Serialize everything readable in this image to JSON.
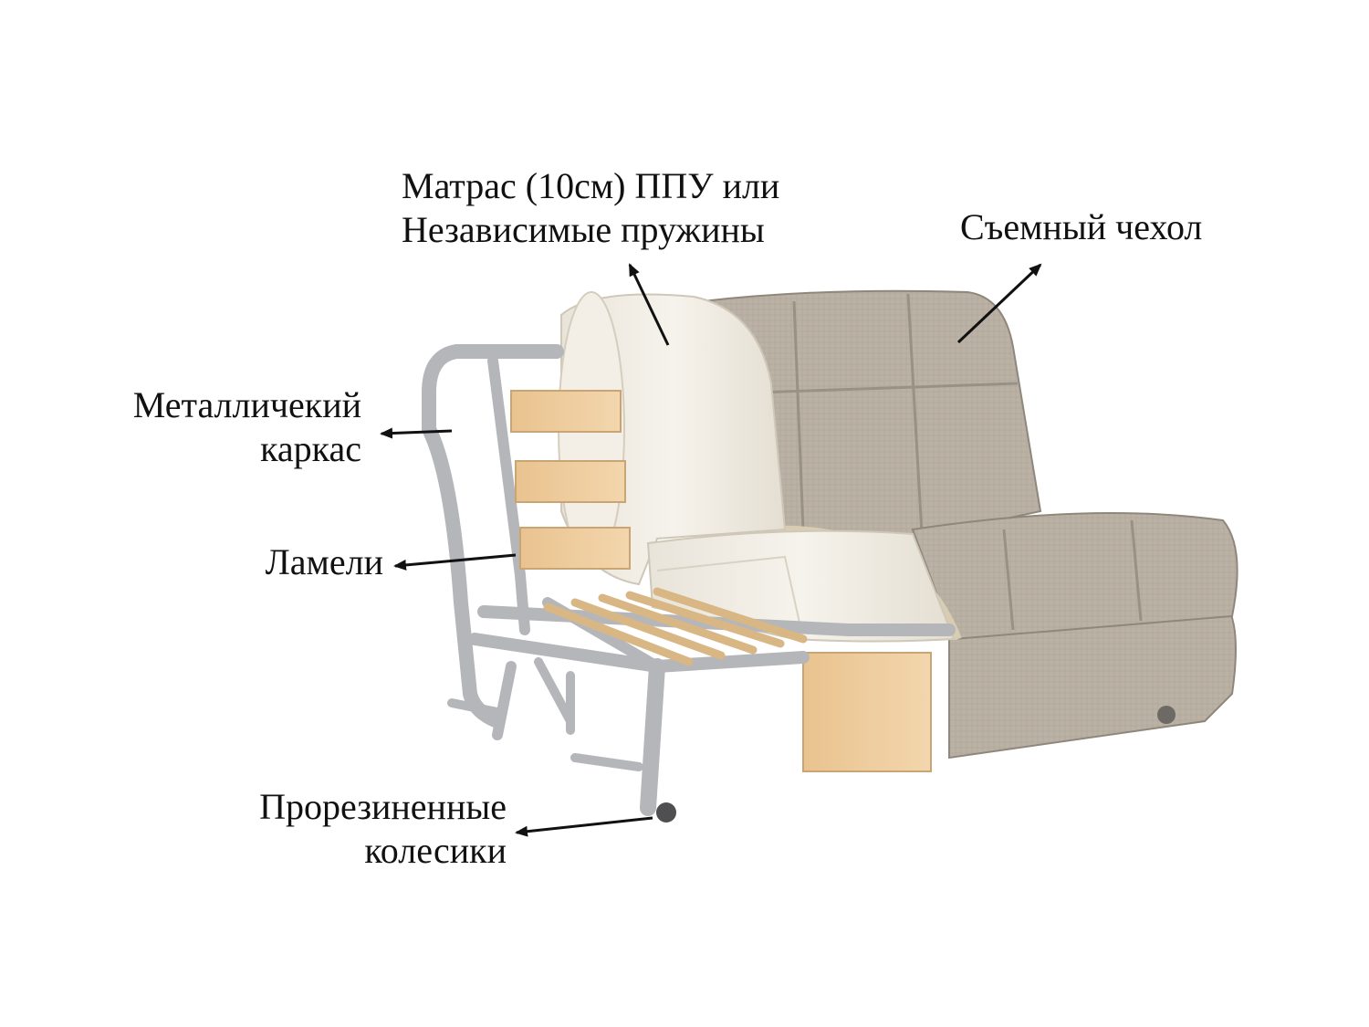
{
  "labels": {
    "mattress": {
      "line1": "Матрас (10см) ППУ или",
      "line2": "Независимые пружины"
    },
    "cover": {
      "line1": "Съемный чехол"
    },
    "frame": {
      "line1": "Металличекий",
      "line2": "каркас"
    },
    "slats": {
      "line1": "Ламели"
    },
    "wheels": {
      "line1": "Прорезиненные",
      "line2": "колесики"
    }
  },
  "colors": {
    "fabric": "#b9b0a3",
    "fabric_dark": "#9f968a",
    "foam": "#efebe3",
    "metal": "#b7b9bc",
    "metal_dark": "#8f9296",
    "wood": "#e8c79a",
    "arrow": "#111111"
  }
}
